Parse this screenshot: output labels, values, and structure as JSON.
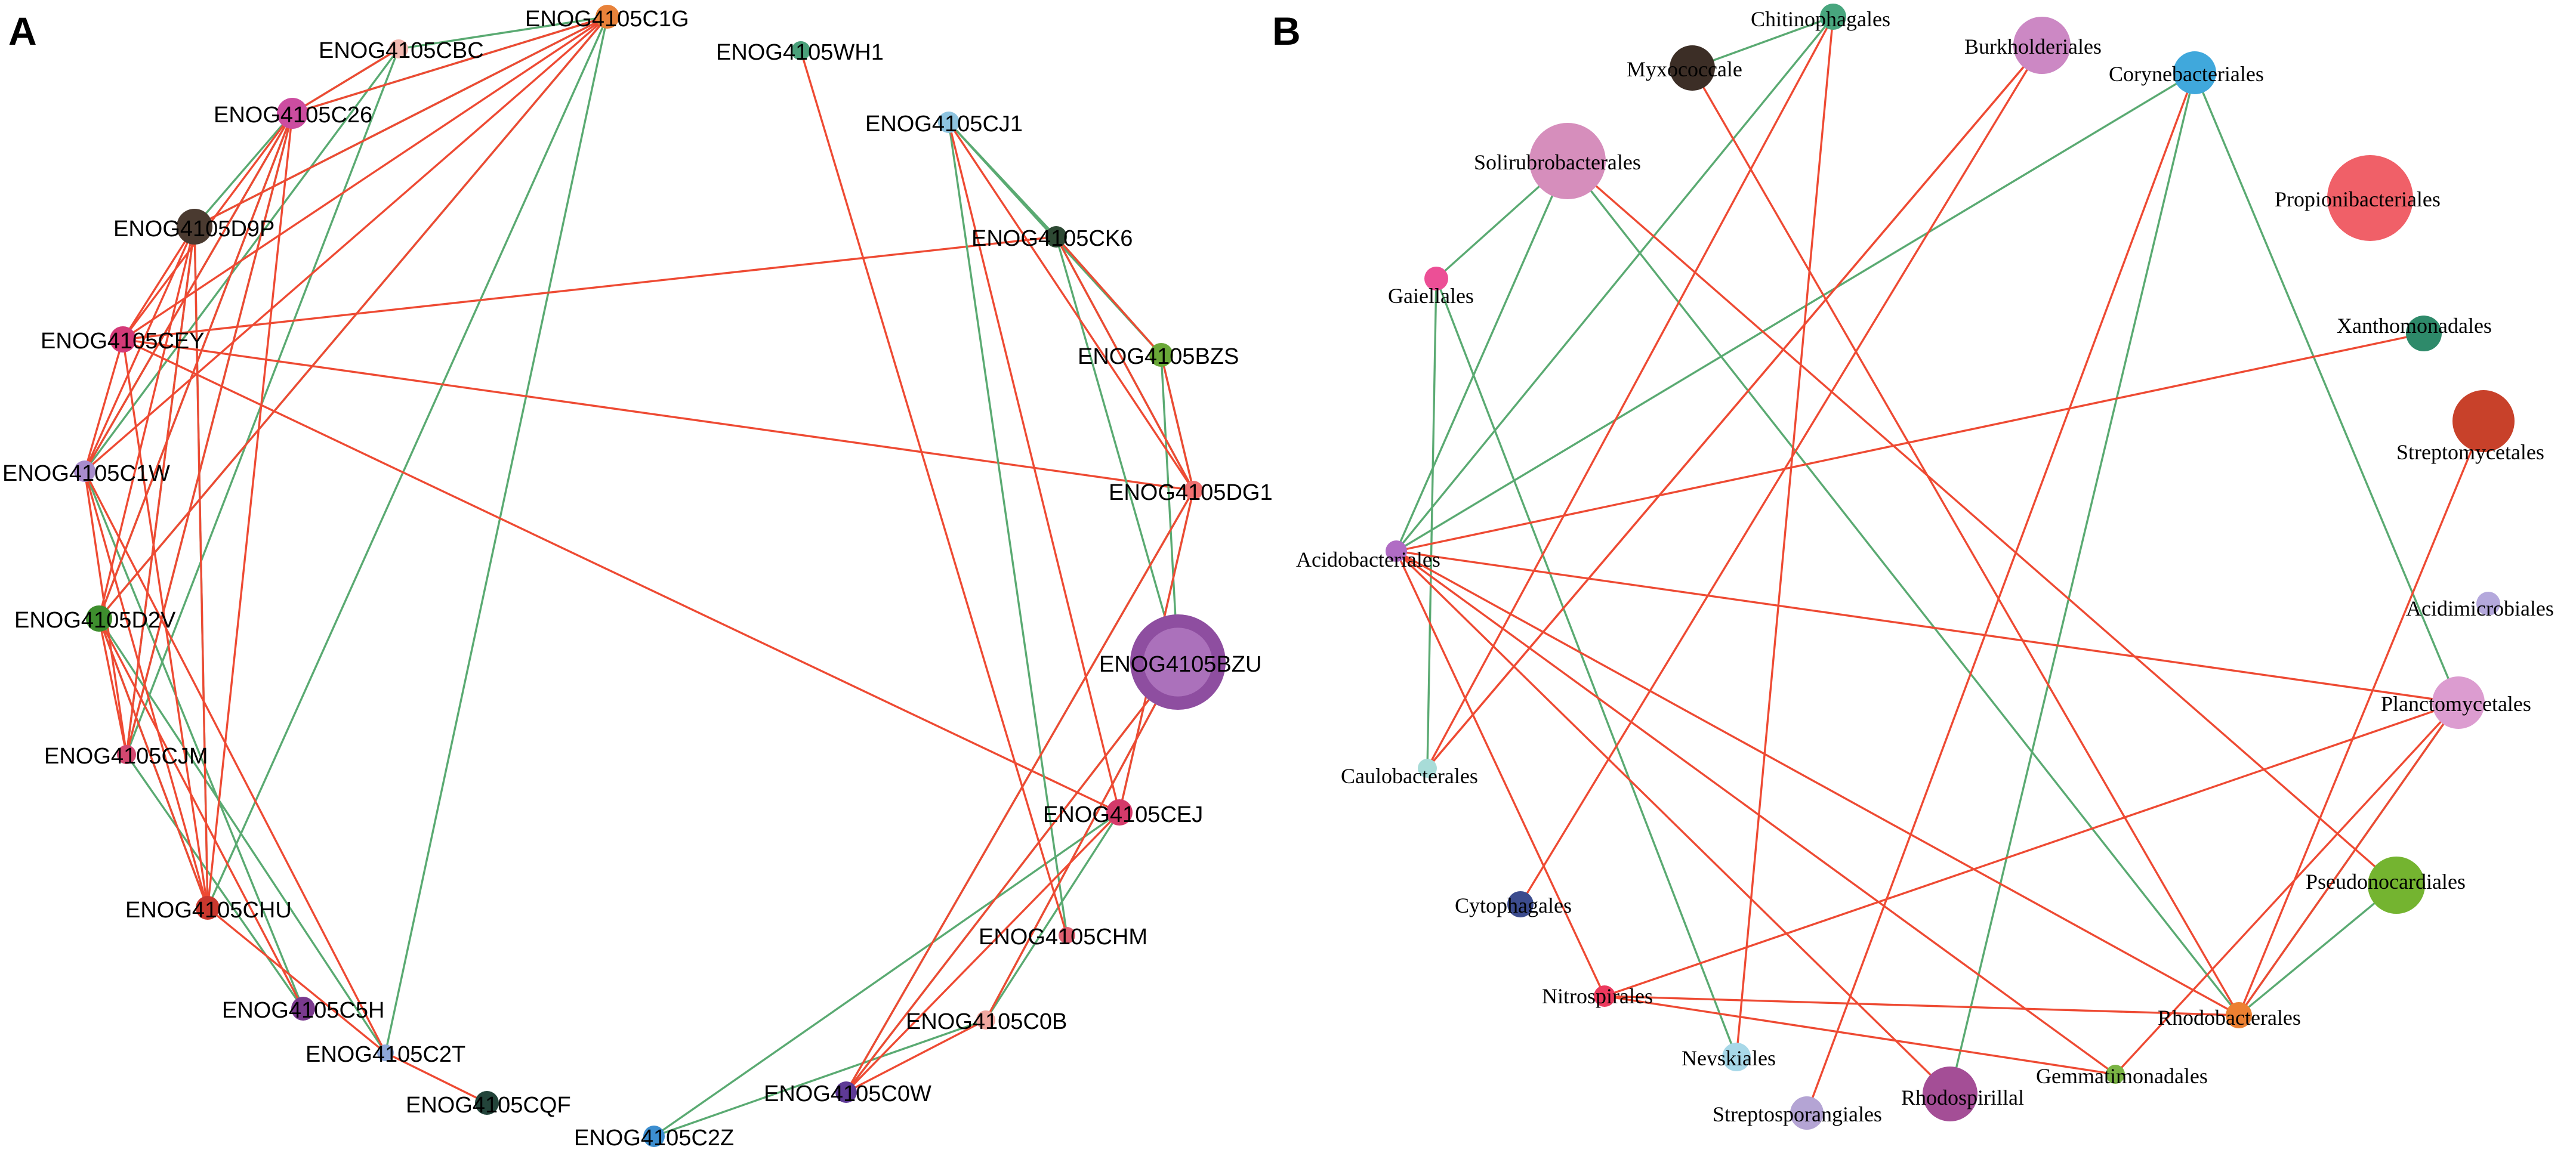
{
  "panels": [
    {
      "id": "A",
      "letter": "A",
      "nodes": [
        {
          "id": "c1g",
          "label": "ENOG4105C1G",
          "color": "#e8823a",
          "size": 20
        },
        {
          "id": "cbc",
          "label": "ENOG4105CBC",
          "color": "#f2b8b0",
          "size": 16
        },
        {
          "id": "c26",
          "label": "ENOG4105C26",
          "color": "#cc4da0",
          "size": 26
        },
        {
          "id": "d9p",
          "label": "ENOG4105D9P",
          "color": "#4a3a30",
          "size": 30
        },
        {
          "id": "cey",
          "label": "ENOG4105CEY",
          "color": "#d43a78",
          "size": 22
        },
        {
          "id": "c1w",
          "label": "ENOG4105C1W",
          "color": "#a88ccc",
          "size": 18
        },
        {
          "id": "d2v",
          "label": "ENOG4105D2V",
          "color": "#3e8e2e",
          "size": 22
        },
        {
          "id": "cjm",
          "label": "ENOG4105CJM",
          "color": "#d44870",
          "size": 16
        },
        {
          "id": "chu",
          "label": "ENOG4105CHU",
          "color": "#c9382e",
          "size": 20
        },
        {
          "id": "c5h",
          "label": "ENOG4105C5H",
          "color": "#7a3a8e",
          "size": 20
        },
        {
          "id": "c2t",
          "label": "ENOG4105C2T",
          "color": "#8ea8d8",
          "size": 14
        },
        {
          "id": "cqf",
          "label": "ENOG4105CQF",
          "color": "#23443a",
          "size": 20
        },
        {
          "id": "c2z",
          "label": "ENOG4105C2Z",
          "color": "#3c8ed0",
          "size": 18
        },
        {
          "id": "c0w",
          "label": "ENOG4105C0W",
          "color": "#5e3a96",
          "size": 18
        },
        {
          "id": "c0b",
          "label": "ENOG4105C0B",
          "color": "#f0a8a0",
          "size": 16
        },
        {
          "id": "chm",
          "label": "ENOG4105CHM",
          "color": "#e06070",
          "size": 14
        },
        {
          "id": "cej",
          "label": "ENOG4105CEJ",
          "color": "#d43a6a",
          "size": 22
        },
        {
          "id": "bzu",
          "label": "ENOG4105BZU",
          "color": "#8e4ea0",
          "size": 80
        },
        {
          "id": "dg1",
          "label": "ENOG4105DG1",
          "color": "#f07070",
          "size": 16
        },
        {
          "id": "bzs",
          "label": "ENOG4105BZS",
          "color": "#6aa838",
          "size": 20
        },
        {
          "id": "ck6",
          "label": "ENOG4105CK6",
          "color": "#2e4a34",
          "size": 18
        },
        {
          "id": "cj1",
          "label": "ENOG4105CJ1",
          "color": "#8ec4e0",
          "size": 18
        },
        {
          "id": "wh1",
          "label": "ENOG4105WH1",
          "color": "#4aa07a",
          "size": 16
        }
      ],
      "edges": [
        [
          "c26",
          "c1g",
          "g"
        ],
        [
          "d9p",
          "c1g",
          "g"
        ],
        [
          "cbc",
          "c1g",
          "g"
        ],
        [
          "c26",
          "cbc",
          "g"
        ],
        [
          "d9p",
          "c26",
          "g"
        ],
        [
          "c1w",
          "cbc",
          "g"
        ],
        [
          "d2v",
          "c1g",
          "g"
        ],
        [
          "cjm",
          "cbc",
          "g"
        ],
        [
          "chu",
          "c1g",
          "g"
        ],
        [
          "c2t",
          "c1g",
          "g"
        ],
        [
          "d9p",
          "chu",
          "g"
        ],
        [
          "c26",
          "cjm",
          "g"
        ],
        [
          "c1w",
          "c26",
          "g"
        ],
        [
          "c5h",
          "c1w",
          "g"
        ],
        [
          "c2t",
          "d2v",
          "g"
        ],
        [
          "chu",
          "d2v",
          "g"
        ],
        [
          "cjm",
          "d9p",
          "g"
        ],
        [
          "c5h",
          "cjm",
          "g"
        ],
        [
          "c26",
          "d2v",
          "g"
        ],
        [
          "c26",
          "c1g",
          "r"
        ],
        [
          "d9p",
          "c1g",
          "r"
        ],
        [
          "cey",
          "c1g",
          "r"
        ],
        [
          "c1w",
          "c1g",
          "r"
        ],
        [
          "d2v",
          "c1g",
          "r"
        ],
        [
          "cbc",
          "c26",
          "r"
        ],
        [
          "cey",
          "c26",
          "r"
        ],
        [
          "cey",
          "d9p",
          "r"
        ],
        [
          "c1w",
          "c26",
          "r"
        ],
        [
          "c1w",
          "d9p",
          "r"
        ],
        [
          "d2v",
          "c26",
          "r"
        ],
        [
          "d2v",
          "d9p",
          "r"
        ],
        [
          "cjm",
          "c26",
          "r"
        ],
        [
          "cjm",
          "d9p",
          "r"
        ],
        [
          "chu",
          "d9p",
          "r"
        ],
        [
          "cjm",
          "c1w",
          "r"
        ],
        [
          "chu",
          "c1w",
          "r"
        ],
        [
          "chu",
          "d2v",
          "r"
        ],
        [
          "cjm",
          "d2v",
          "r"
        ],
        [
          "c5h",
          "d2v",
          "r"
        ],
        [
          "c2t",
          "c1w",
          "r"
        ],
        [
          "c2t",
          "chu",
          "r"
        ],
        [
          "cqf",
          "c2t",
          "r"
        ],
        [
          "chu",
          "cey",
          "r"
        ],
        [
          "c1w",
          "cey",
          "r"
        ],
        [
          "cey",
          "ck6",
          "r"
        ],
        [
          "cey",
          "dg1",
          "r"
        ],
        [
          "cey",
          "cej",
          "r"
        ],
        [
          "chu",
          "c26",
          "r"
        ],
        [
          "cj1",
          "ck6",
          "g"
        ],
        [
          "cj1",
          "bzs",
          "g"
        ],
        [
          "ck6",
          "bzs",
          "g"
        ],
        [
          "ck6",
          "dg1",
          "g"
        ],
        [
          "ck6",
          "bzu",
          "g"
        ],
        [
          "bzs",
          "dg1",
          "g"
        ],
        [
          "bzs",
          "bzu",
          "g"
        ],
        [
          "dg1",
          "cej",
          "g"
        ],
        [
          "cj1",
          "chm",
          "g"
        ],
        [
          "bzu",
          "c0b",
          "g"
        ],
        [
          "bzu",
          "c0w",
          "g"
        ],
        [
          "cej",
          "c2z",
          "g"
        ],
        [
          "dg1",
          "c0w",
          "g"
        ],
        [
          "cej",
          "c0b",
          "g"
        ],
        [
          "c0b",
          "c2z",
          "g"
        ],
        [
          "cj1",
          "dg1",
          "r"
        ],
        [
          "ck6",
          "bzs",
          "r"
        ],
        [
          "bzs",
          "dg1",
          "r"
        ],
        [
          "ck6",
          "dg1",
          "r"
        ],
        [
          "dg1",
          "cej",
          "r"
        ],
        [
          "bzu",
          "c0w",
          "r"
        ],
        [
          "c0w",
          "c0b",
          "r"
        ],
        [
          "bzu",
          "c0b",
          "r"
        ],
        [
          "dg1",
          "c0w",
          "r"
        ],
        [
          "cej",
          "c0w",
          "r"
        ],
        [
          "wh1",
          "chm",
          "r"
        ],
        [
          "cj1",
          "cej",
          "r"
        ]
      ]
    },
    {
      "id": "B",
      "letter": "B",
      "nodes": [
        {
          "id": "chit",
          "label": "Chitinophagales",
          "color": "#48a67e",
          "size": 22
        },
        {
          "id": "myxo",
          "label": "Myxococcale",
          "color": "#3c2e26",
          "size": 38
        },
        {
          "id": "burk",
          "label": "Burkholderiales",
          "color": "#cc88c4",
          "size": 48
        },
        {
          "id": "cory",
          "label": "Corynebacteriales",
          "color": "#40a8dc",
          "size": 36
        },
        {
          "id": "soli",
          "label": "Solirubrobacterales",
          "color": "#d68ebc",
          "size": 64
        },
        {
          "id": "prop",
          "label": "Propionibacteriales",
          "color": "#f06068",
          "size": 72
        },
        {
          "id": "gaie",
          "label": "Gaiellales",
          "color": "#ec4f96",
          "size": 20
        },
        {
          "id": "xant",
          "label": "Xanthomonadales",
          "color": "#2e8a6a",
          "size": 30
        },
        {
          "id": "strm",
          "label": "Streptomycetales",
          "color": "#c8412a",
          "size": 52
        },
        {
          "id": "acid",
          "label": "Acidobacteriales",
          "color": "#b06cc4",
          "size": 18
        },
        {
          "id": "acim",
          "label": "Acidimicrobiales",
          "color": "#b4a8dc",
          "size": 20
        },
        {
          "id": "plan",
          "label": "Planctomycetales",
          "color": "#dc9cd0",
          "size": 44
        },
        {
          "id": "caul",
          "label": "Caulobacterales",
          "color": "#a8dcd8",
          "size": 16
        },
        {
          "id": "pseu",
          "label": "Pseudonocardiales",
          "color": "#74b430",
          "size": 48
        },
        {
          "id": "cyto",
          "label": "Cytophagales",
          "color": "#3c4c8e",
          "size": 22
        },
        {
          "id": "nitr",
          "label": "Nitrospirales",
          "color": "#ec3a5e",
          "size": 18
        },
        {
          "id": "rhob",
          "label": "Rhodobacterales",
          "color": "#ec8032",
          "size": 22
        },
        {
          "id": "nevs",
          "label": "Nevskiales",
          "color": "#a8d8e8",
          "size": 24
        },
        {
          "id": "gemm",
          "label": "Gemmatimonadales",
          "color": "#7ab444",
          "size": 16
        },
        {
          "id": "rhsp",
          "label": "Rhodospirillal",
          "color": "#a44e96",
          "size": 46
        },
        {
          "id": "strp",
          "label": "Streptosporangiales",
          "color": "#b4a4d4",
          "size": 28
        }
      ],
      "edges": [
        [
          "gaie",
          "soli",
          "g"
        ],
        [
          "acid",
          "soli",
          "g"
        ],
        [
          "acid",
          "cory",
          "g"
        ],
        [
          "acid",
          "chit",
          "g"
        ],
        [
          "gaie",
          "caul",
          "g"
        ],
        [
          "gaie",
          "nevs",
          "g"
        ],
        [
          "soli",
          "rhob",
          "g"
        ],
        [
          "cory",
          "plan",
          "g"
        ],
        [
          "cory",
          "rhsp",
          "g"
        ],
        [
          "plan",
          "rhob",
          "g"
        ],
        [
          "pseu",
          "rhob",
          "g"
        ],
        [
          "myxo",
          "chit",
          "g"
        ],
        [
          "acid",
          "xant",
          "r"
        ],
        [
          "acid",
          "plan",
          "r"
        ],
        [
          "acid",
          "rhob",
          "r"
        ],
        [
          "acid",
          "gemm",
          "r"
        ],
        [
          "acid",
          "nitr",
          "r"
        ],
        [
          "acid",
          "rhsp",
          "r"
        ],
        [
          "soli",
          "pseu",
          "r"
        ],
        [
          "myxo",
          "rhob",
          "r"
        ],
        [
          "burk",
          "caul",
          "r"
        ],
        [
          "burk",
          "cyto",
          "r"
        ],
        [
          "chit",
          "caul",
          "r"
        ],
        [
          "chit",
          "nevs",
          "r"
        ],
        [
          "cory",
          "strp",
          "r"
        ],
        [
          "strm",
          "rhob",
          "r"
        ],
        [
          "plan",
          "nitr",
          "r"
        ],
        [
          "plan",
          "rhob",
          "r"
        ],
        [
          "plan",
          "gemm",
          "r"
        ],
        [
          "nitr",
          "rhob",
          "r"
        ],
        [
          "nitr",
          "gemm",
          "r"
        ],
        [
          "caul",
          "burk",
          "r"
        ]
      ]
    }
  ],
  "edge_colors": {
    "g": "#5aaa72",
    "r": "#ee4a33"
  }
}
